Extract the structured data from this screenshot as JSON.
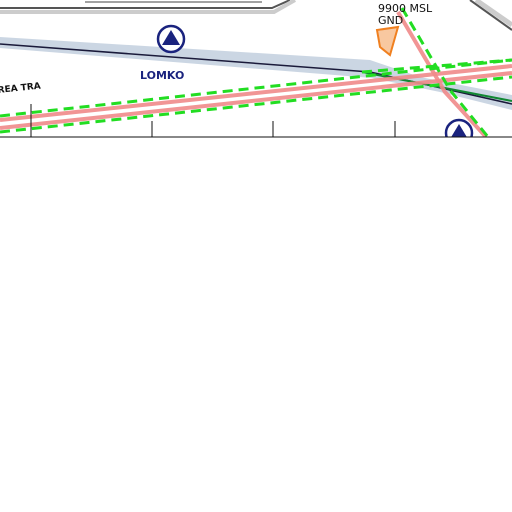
{
  "map": {
    "waypoints": [
      {
        "name": "LOMKO",
        "icon": "waypoint-triangle-icon"
      },
      {
        "name": "",
        "icon": "waypoint-triangle-icon"
      }
    ],
    "airspace_label": "REA TRA",
    "altitude_block": {
      "upper": "9900 MSL",
      "lower": "GND"
    },
    "colors": {
      "route_green": "#22dd22",
      "route_pink": "#f08a8a",
      "airway_band": "#c5d2e0",
      "waypoint_navy": "#1a237e",
      "obstacle_orange": "#f4a460"
    }
  }
}
